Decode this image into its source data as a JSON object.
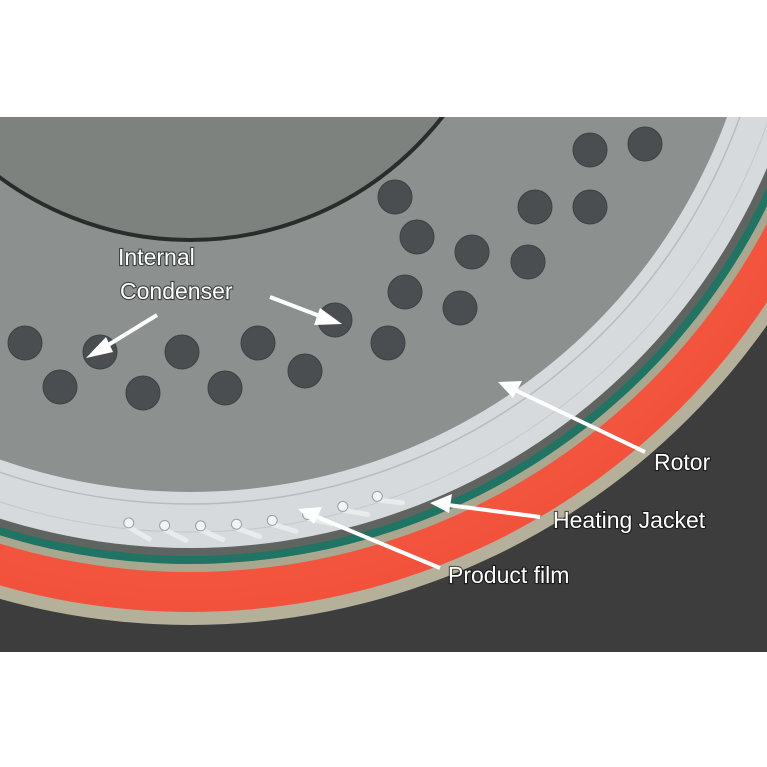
{
  "labels": {
    "internal_condenser_line1": "Internal",
    "internal_condenser_line2": "Condenser",
    "rotor": "Rotor",
    "heating_jacket": "Heating Jacket",
    "product_film": "Product film"
  },
  "colors": {
    "background": "#ffffff",
    "housing": "#3d3d3d",
    "outer_shell": "#b4b09a",
    "heating_jacket": "#f0503a",
    "product_film": "#1f7463",
    "rotor": "#d6dadc",
    "condenser_plate": "#8c918f",
    "core": "#7d827e",
    "tubes": "#4b4e50",
    "label_text": "#ffffff"
  }
}
